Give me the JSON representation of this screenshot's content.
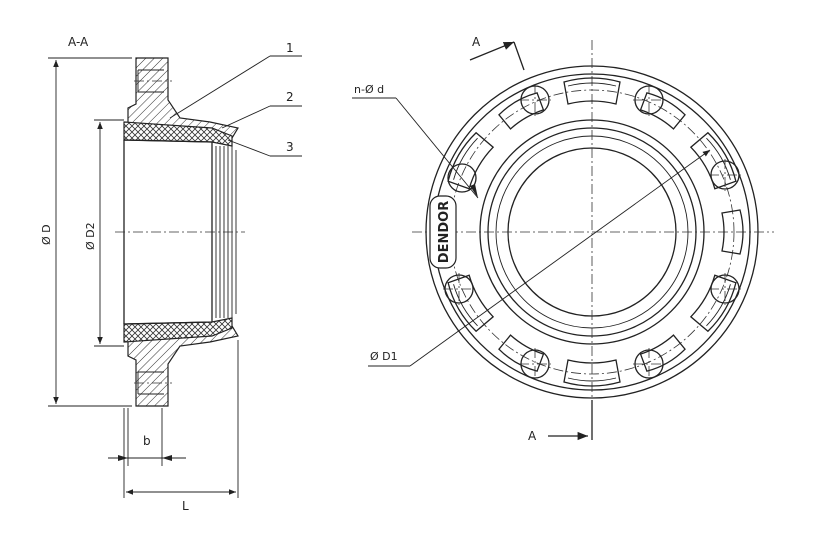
{
  "section": {
    "label": "A-A"
  },
  "callouts": [
    {
      "number": "1"
    },
    {
      "number": "2"
    },
    {
      "number": "3"
    }
  ],
  "dimensions": {
    "outer_diameter": "Ø D",
    "inner_diameter": "Ø D2",
    "b": "b",
    "length": "L",
    "hole_spec": "n-Ø d",
    "bore_diameter": "Ø D1"
  },
  "section_markers": {
    "top": "A",
    "bottom": "A"
  },
  "logo": {
    "text": "DENDOR"
  }
}
